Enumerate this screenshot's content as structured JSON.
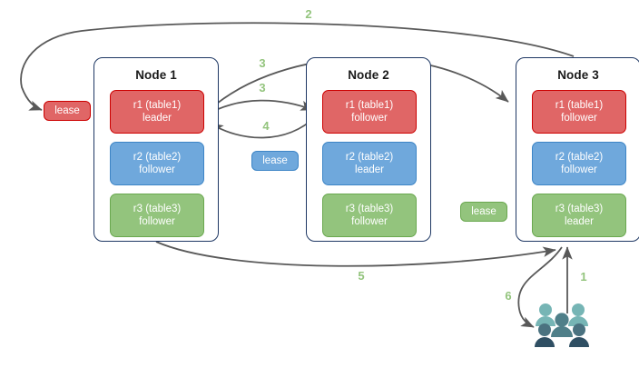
{
  "diagram": {
    "title": "lease-and-raft-replica-placement-diagram",
    "colors": {
      "red_fill": "#e06666",
      "red_stroke": "#cc0000",
      "blue_fill": "#6fa8dc",
      "blue_stroke": "#3d85c6",
      "green_fill": "#93c47d",
      "green_stroke": "#6aa84f",
      "node_border": "#1f3864",
      "arrow": "#595959",
      "step_label": "#93c47d",
      "users_light": "#76b5b5",
      "users_dark": "#31576b"
    },
    "nodes": [
      {
        "name": "Node 1",
        "replicas": [
          {
            "line1": "r1 (table1)",
            "line2": "leader",
            "color": "red"
          },
          {
            "line1": "r2 (table2)",
            "line2": "follower",
            "color": "blue"
          },
          {
            "line1": "r3 (table3)",
            "line2": "follower",
            "color": "green"
          }
        ]
      },
      {
        "name": "Node 2",
        "replicas": [
          {
            "line1": "r1 (table1)",
            "line2": "follower",
            "color": "red"
          },
          {
            "line1": "r2 (table2)",
            "line2": "leader",
            "color": "blue"
          },
          {
            "line1": "r3 (table3)",
            "line2": "follower",
            "color": "green"
          }
        ]
      },
      {
        "name": "Node 3",
        "replicas": [
          {
            "line1": "r1 (table1)",
            "line2": "follower",
            "color": "red"
          },
          {
            "line1": "r2 (table2)",
            "line2": "follower",
            "color": "blue"
          },
          {
            "line1": "r3 (table3)",
            "line2": "leader",
            "color": "green"
          }
        ]
      }
    ],
    "leases": [
      {
        "label": "lease",
        "color": "red"
      },
      {
        "label": "lease",
        "color": "blue"
      },
      {
        "label": "lease",
        "color": "green"
      }
    ],
    "steps": [
      {
        "label": "1"
      },
      {
        "label": "2"
      },
      {
        "label": "3"
      },
      {
        "label": "3"
      },
      {
        "label": "4"
      },
      {
        "label": "5"
      },
      {
        "label": "6"
      }
    ],
    "users": {
      "name": "users-group"
    }
  }
}
